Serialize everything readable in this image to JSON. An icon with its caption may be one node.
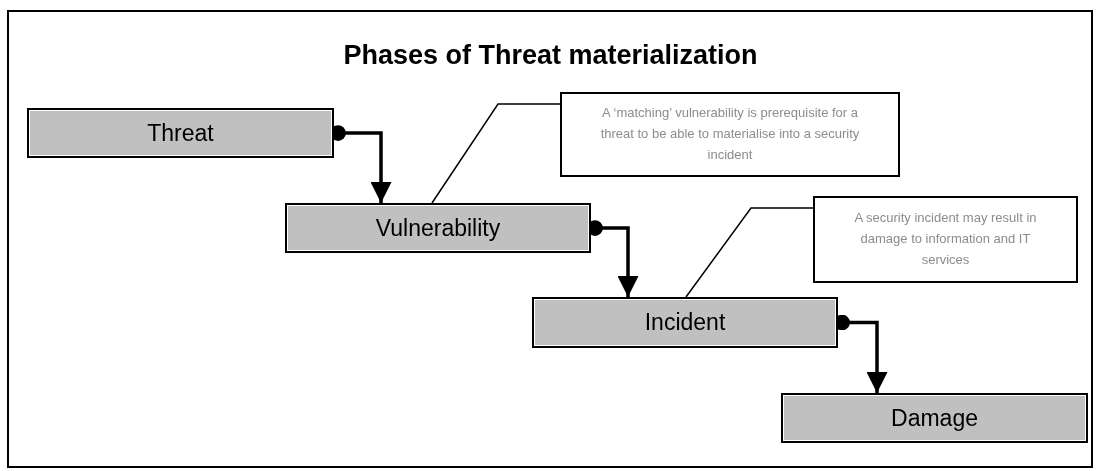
{
  "diagram": {
    "title": "Phases of Threat materialization",
    "nodes": [
      {
        "text": [
          "Threat"
        ]
      },
      {
        "text": [
          "A ‘matching’ vulnerability is prerequisite for a threat to be able to materialise into a security incident"
        ]
      },
      {
        "text": [
          "Vulnerability"
        ]
      },
      {
        "text": [
          "A security incident may result in damage to information and IT services"
        ]
      },
      {
        "text": [
          "Incident"
        ]
      },
      {
        "text": [
          "Damage"
        ]
      }
    ],
    "edges": [
      {
        "from": 0,
        "to": 2,
        "arrow": "to"
      },
      {
        "from": 2,
        "to": 4,
        "arrow": "to"
      },
      {
        "from": 4,
        "to": 5,
        "arrow": "to"
      },
      {
        "from": 1,
        "to": 2,
        "arrow": "none"
      },
      {
        "from": 3,
        "to": 4,
        "arrow": "none"
      }
    ]
  }
}
